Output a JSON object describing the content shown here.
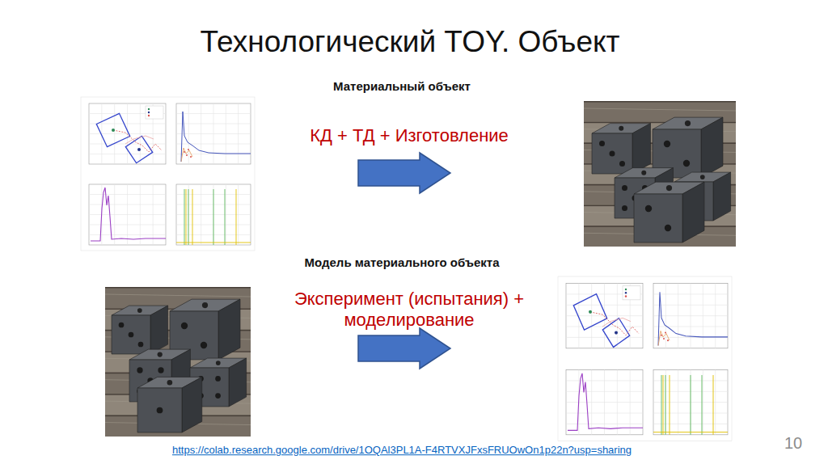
{
  "diagram": {
    "title": "Технологический TOY. Объект",
    "labels": [
      "Материальный объект",
      "КД + ТД + Изготовление",
      "Модель материального объекта",
      "Эксперимент (испытания) + моделирование",
      "https://colab.research.google.com/drive/1OQAl3PL1A-F4RTVXJFxsFRUOwOn1p22n?usp=sharing",
      "10"
    ]
  }
}
